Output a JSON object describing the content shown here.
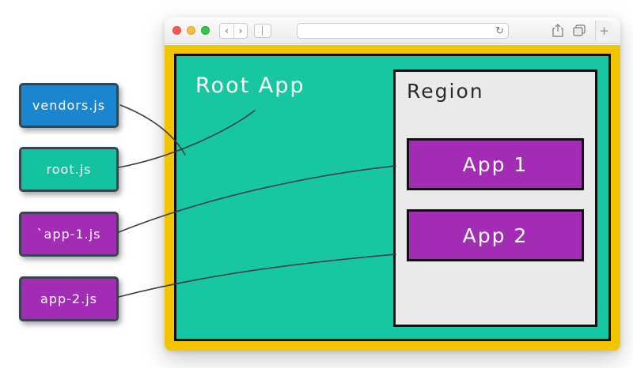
{
  "browser": {
    "back_label": "‹",
    "forward_label": "›",
    "refresh_icon": "↻",
    "plus_label": "+",
    "url_value": ""
  },
  "page": {
    "root_app_label": "Root App",
    "region_label": "Region",
    "app1_label": "App 1",
    "app2_label": "App 2"
  },
  "files": {
    "vendors": "vendors.js",
    "root": "root.js",
    "app1": "`app-1.js",
    "app2": "app-2.js"
  },
  "colors": {
    "frame_yellow": "#f2c500",
    "root_app_teal": "#16c7a2",
    "vendors_blue": "#1b86d0",
    "app_purple": "#a32cb5",
    "region_gray": "#eaeaea",
    "border_dark": "#101010"
  }
}
